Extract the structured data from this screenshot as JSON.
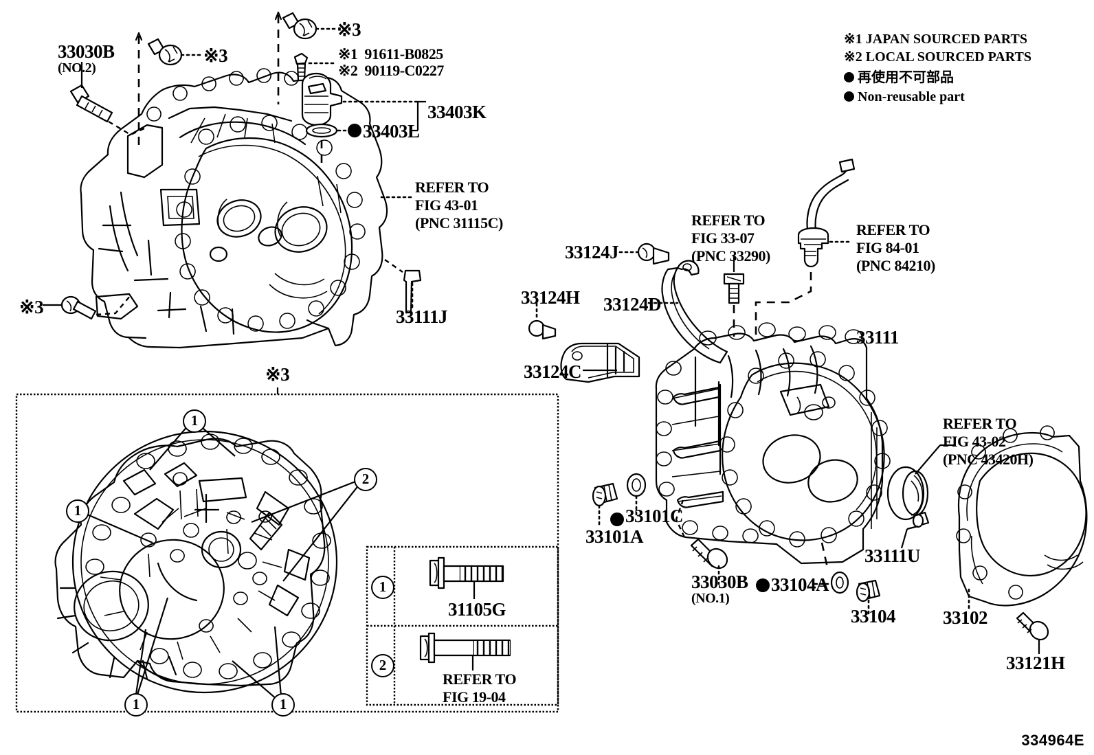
{
  "figure": {
    "id": "334964E",
    "title_note": "Toyota transmission case exploded parts diagram"
  },
  "legend": {
    "note1": "※1 JAPAN SOURCED PARTS",
    "note2": "※2 LOCAL SOURCED PARTS",
    "nonreusable_jp": "再使用不可部品",
    "nonreusable_en": "Non-reusable part"
  },
  "top_left": {
    "part_33030B": "33030B",
    "part_33030B_sub": "(NO.2)",
    "mark3_a": "※3",
    "mark3_b": "※3",
    "mark3_c": "※3",
    "bolt_note1": "※1  91611-B0825",
    "bolt_note2": "※2  90119-C0227",
    "part_33403K": "33403K",
    "part_33403L": "33403L",
    "refer_43_01": "REFER TO\nFIG 43-01\n(PNC 31115C)",
    "part_33111J": "33111J"
  },
  "right_upper": {
    "part_33124J": "33124J",
    "part_33124H": "33124H",
    "part_33124D": "33124D",
    "part_33124C": "33124C",
    "refer_33_07": "REFER TO\nFIG 33-07\n(PNC 33290)",
    "refer_84_01": "REFER TO\nFIG 84-01\n(PNC 84210)",
    "part_33111": "33111"
  },
  "right_lower": {
    "part_33101A": "33101A",
    "part_33101C": "33101C",
    "part_33030B": "33030B",
    "part_33030B_sub": "(NO.1)",
    "part_33104A": "33104A",
    "part_33104": "33104",
    "part_33111U": "33111U",
    "part_33102": "33102",
    "part_33121H": "33121H",
    "refer_43_02": "REFER TO\nFIG 43-02\n(PNC 43420H)"
  },
  "inset": {
    "mark3": "※3",
    "callouts": [
      "1",
      "1",
      "1",
      "1",
      "2",
      "2"
    ],
    "table": {
      "row1": {
        "num": "1",
        "part": "31105G"
      },
      "row2": {
        "num": "2",
        "part": "REFER TO\nFIG 19-04"
      }
    }
  },
  "colors": {
    "ink": "#000000",
    "paper": "#ffffff"
  }
}
